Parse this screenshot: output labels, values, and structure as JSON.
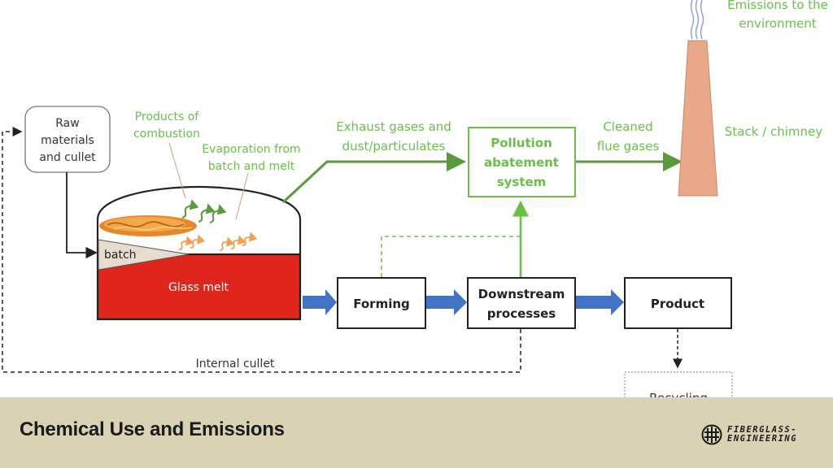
{
  "labels": {
    "raw_materials": [
      "Raw",
      "materials",
      "and cullet"
    ],
    "products_of_combustion": [
      "Products of",
      "combustion"
    ],
    "evaporation": [
      "Evaporation from",
      "batch and melt"
    ],
    "exhaust_gases": [
      "Exhaust gases and",
      "dust/particulates"
    ],
    "pollution_abatement": [
      "Pollution",
      "abatement",
      "system"
    ],
    "cleaned_flue_gases": [
      "Cleaned",
      "flue gases"
    ],
    "stack": "Stack / chimney",
    "emissions": [
      "Emissions to the",
      "environment"
    ],
    "batch": "batch",
    "glass_melt": "Glass melt",
    "forming": "Forming",
    "downstream": [
      "Downstream",
      "processes"
    ],
    "product": "Product",
    "internal_cullet": "Internal cullet",
    "recycling": "Recycling"
  },
  "footer": {
    "title": "Chemical Use and Emissions",
    "logo_line1": "FIBERGLASS-",
    "logo_line2": "ENGINEERING"
  },
  "colors": {
    "green": "#5b9a3c",
    "light_green": "#6abf4b",
    "melt_red": "#e0261c",
    "stack": "#e8a889",
    "blue_arrow": "#4472c4",
    "footer_bg": "#d9d3b6"
  }
}
